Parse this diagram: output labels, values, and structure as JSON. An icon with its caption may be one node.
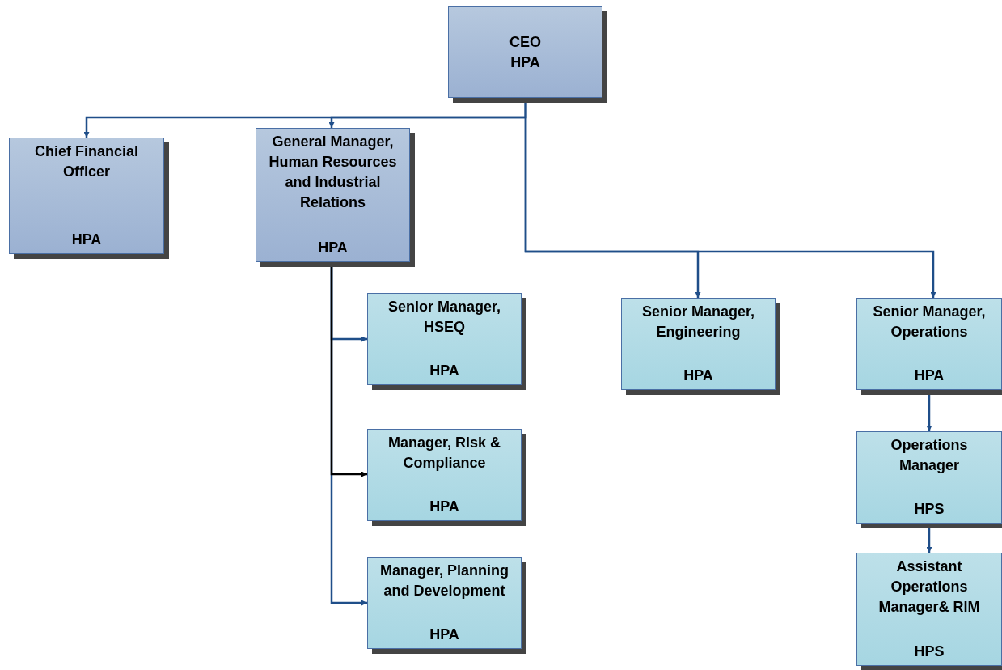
{
  "diagram": {
    "nodes": [
      {
        "text": [
          "CEO",
          "HPA"
        ]
      },
      {
        "text": [
          "Chief Financial Officer",
          "HPA"
        ]
      },
      {
        "text": [
          "General Manager, Human Resources and Industrial Relations",
          "HPA"
        ]
      },
      {
        "text": [
          "Senior Manager, HSEQ",
          "HPA"
        ]
      },
      {
        "text": [
          "Manager, Risk & Compliance",
          "HPA"
        ]
      },
      {
        "text": [
          "Manager, Planning and Development",
          "HPA"
        ]
      },
      {
        "text": [
          "Senior Manager, Engineering",
          "HPA"
        ]
      },
      {
        "text": [
          "Senior Manager, Operations",
          "HPA"
        ]
      },
      {
        "text": [
          "Operations Manager",
          "HPS"
        ]
      },
      {
        "text": [
          "Assistant Operations Manager& RIM",
          "HPS"
        ]
      }
    ],
    "edges": [
      {
        "from": 0,
        "to": 1,
        "arrow": "to"
      },
      {
        "from": 0,
        "to": 2,
        "arrow": "to"
      },
      {
        "from": 0,
        "to": 6,
        "arrow": "to"
      },
      {
        "from": 0,
        "to": 7,
        "arrow": "to"
      },
      {
        "from": 2,
        "to": 3,
        "arrow": "to"
      },
      {
        "from": 2,
        "to": 5,
        "arrow": "to"
      },
      {
        "from": 2,
        "to": 4,
        "arrow": "to",
        "color": "#000000"
      },
      {
        "from": 7,
        "to": 8,
        "arrow": "to"
      },
      {
        "from": 8,
        "to": 9,
        "arrow": "to"
      }
    ]
  }
}
